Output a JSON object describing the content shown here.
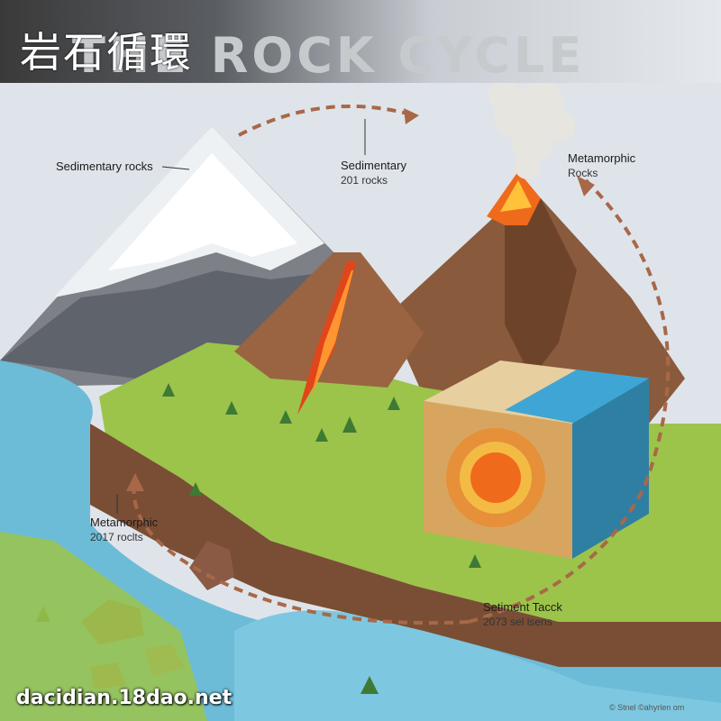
{
  "title_cn": "岩石循環",
  "heading_en": "THE ROCK CYCLE",
  "labels": {
    "sedimentary_rocks": "Sedimentary rocks",
    "sedimentary_center": {
      "line1": "Sedimentary",
      "line2": "201 rocks"
    },
    "metamorphic_right": {
      "line1": "Metamorphic",
      "line2": "Rocks"
    },
    "metamorphic_left": {
      "line1": "Metamorphic",
      "line2": "2017 roclts"
    },
    "sediment_track": {
      "line1": "Setiment Tacck",
      "line2": "2073 sel lsens"
    }
  },
  "watermark": "dacidian.18dao.net",
  "credit": "© Stnel ©ahyrlen om",
  "colors": {
    "water": "#6cbcd8",
    "grass": "#9cc44a",
    "rock_brown": "#8a5a3c",
    "lava": "#f06a1c",
    "cycle_arrow": "#a86848"
  }
}
